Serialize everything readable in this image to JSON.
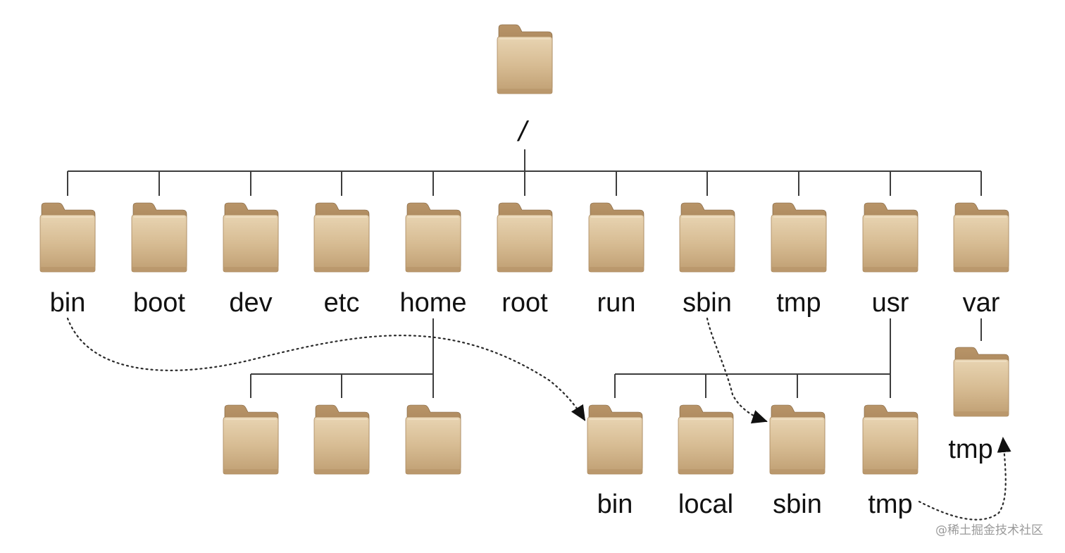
{
  "root": {
    "label": "/"
  },
  "top_level": [
    {
      "label": "bin"
    },
    {
      "label": "boot"
    },
    {
      "label": "dev"
    },
    {
      "label": "etc"
    },
    {
      "label": "home"
    },
    {
      "label": "root"
    },
    {
      "label": "run"
    },
    {
      "label": "sbin"
    },
    {
      "label": "tmp"
    },
    {
      "label": "usr"
    },
    {
      "label": "var"
    }
  ],
  "home_children": [
    {
      "label": ""
    },
    {
      "label": ""
    },
    {
      "label": ""
    }
  ],
  "usr_children": [
    {
      "label": "bin"
    },
    {
      "label": "local"
    },
    {
      "label": "sbin"
    },
    {
      "label": "tmp"
    }
  ],
  "var_children": [
    {
      "label": "tmp"
    }
  ],
  "links": [
    {
      "from": "bin",
      "to": "usr/bin"
    },
    {
      "from": "sbin",
      "to": "usr/sbin"
    },
    {
      "from": "usr/tmp",
      "to": "var/tmp"
    }
  ],
  "watermark": "@稀土掘金技术社区",
  "colors": {
    "folder_body": "#d9c09a",
    "folder_back": "#b08c60",
    "line": "#3d3d3d",
    "background": "#ffffff"
  }
}
